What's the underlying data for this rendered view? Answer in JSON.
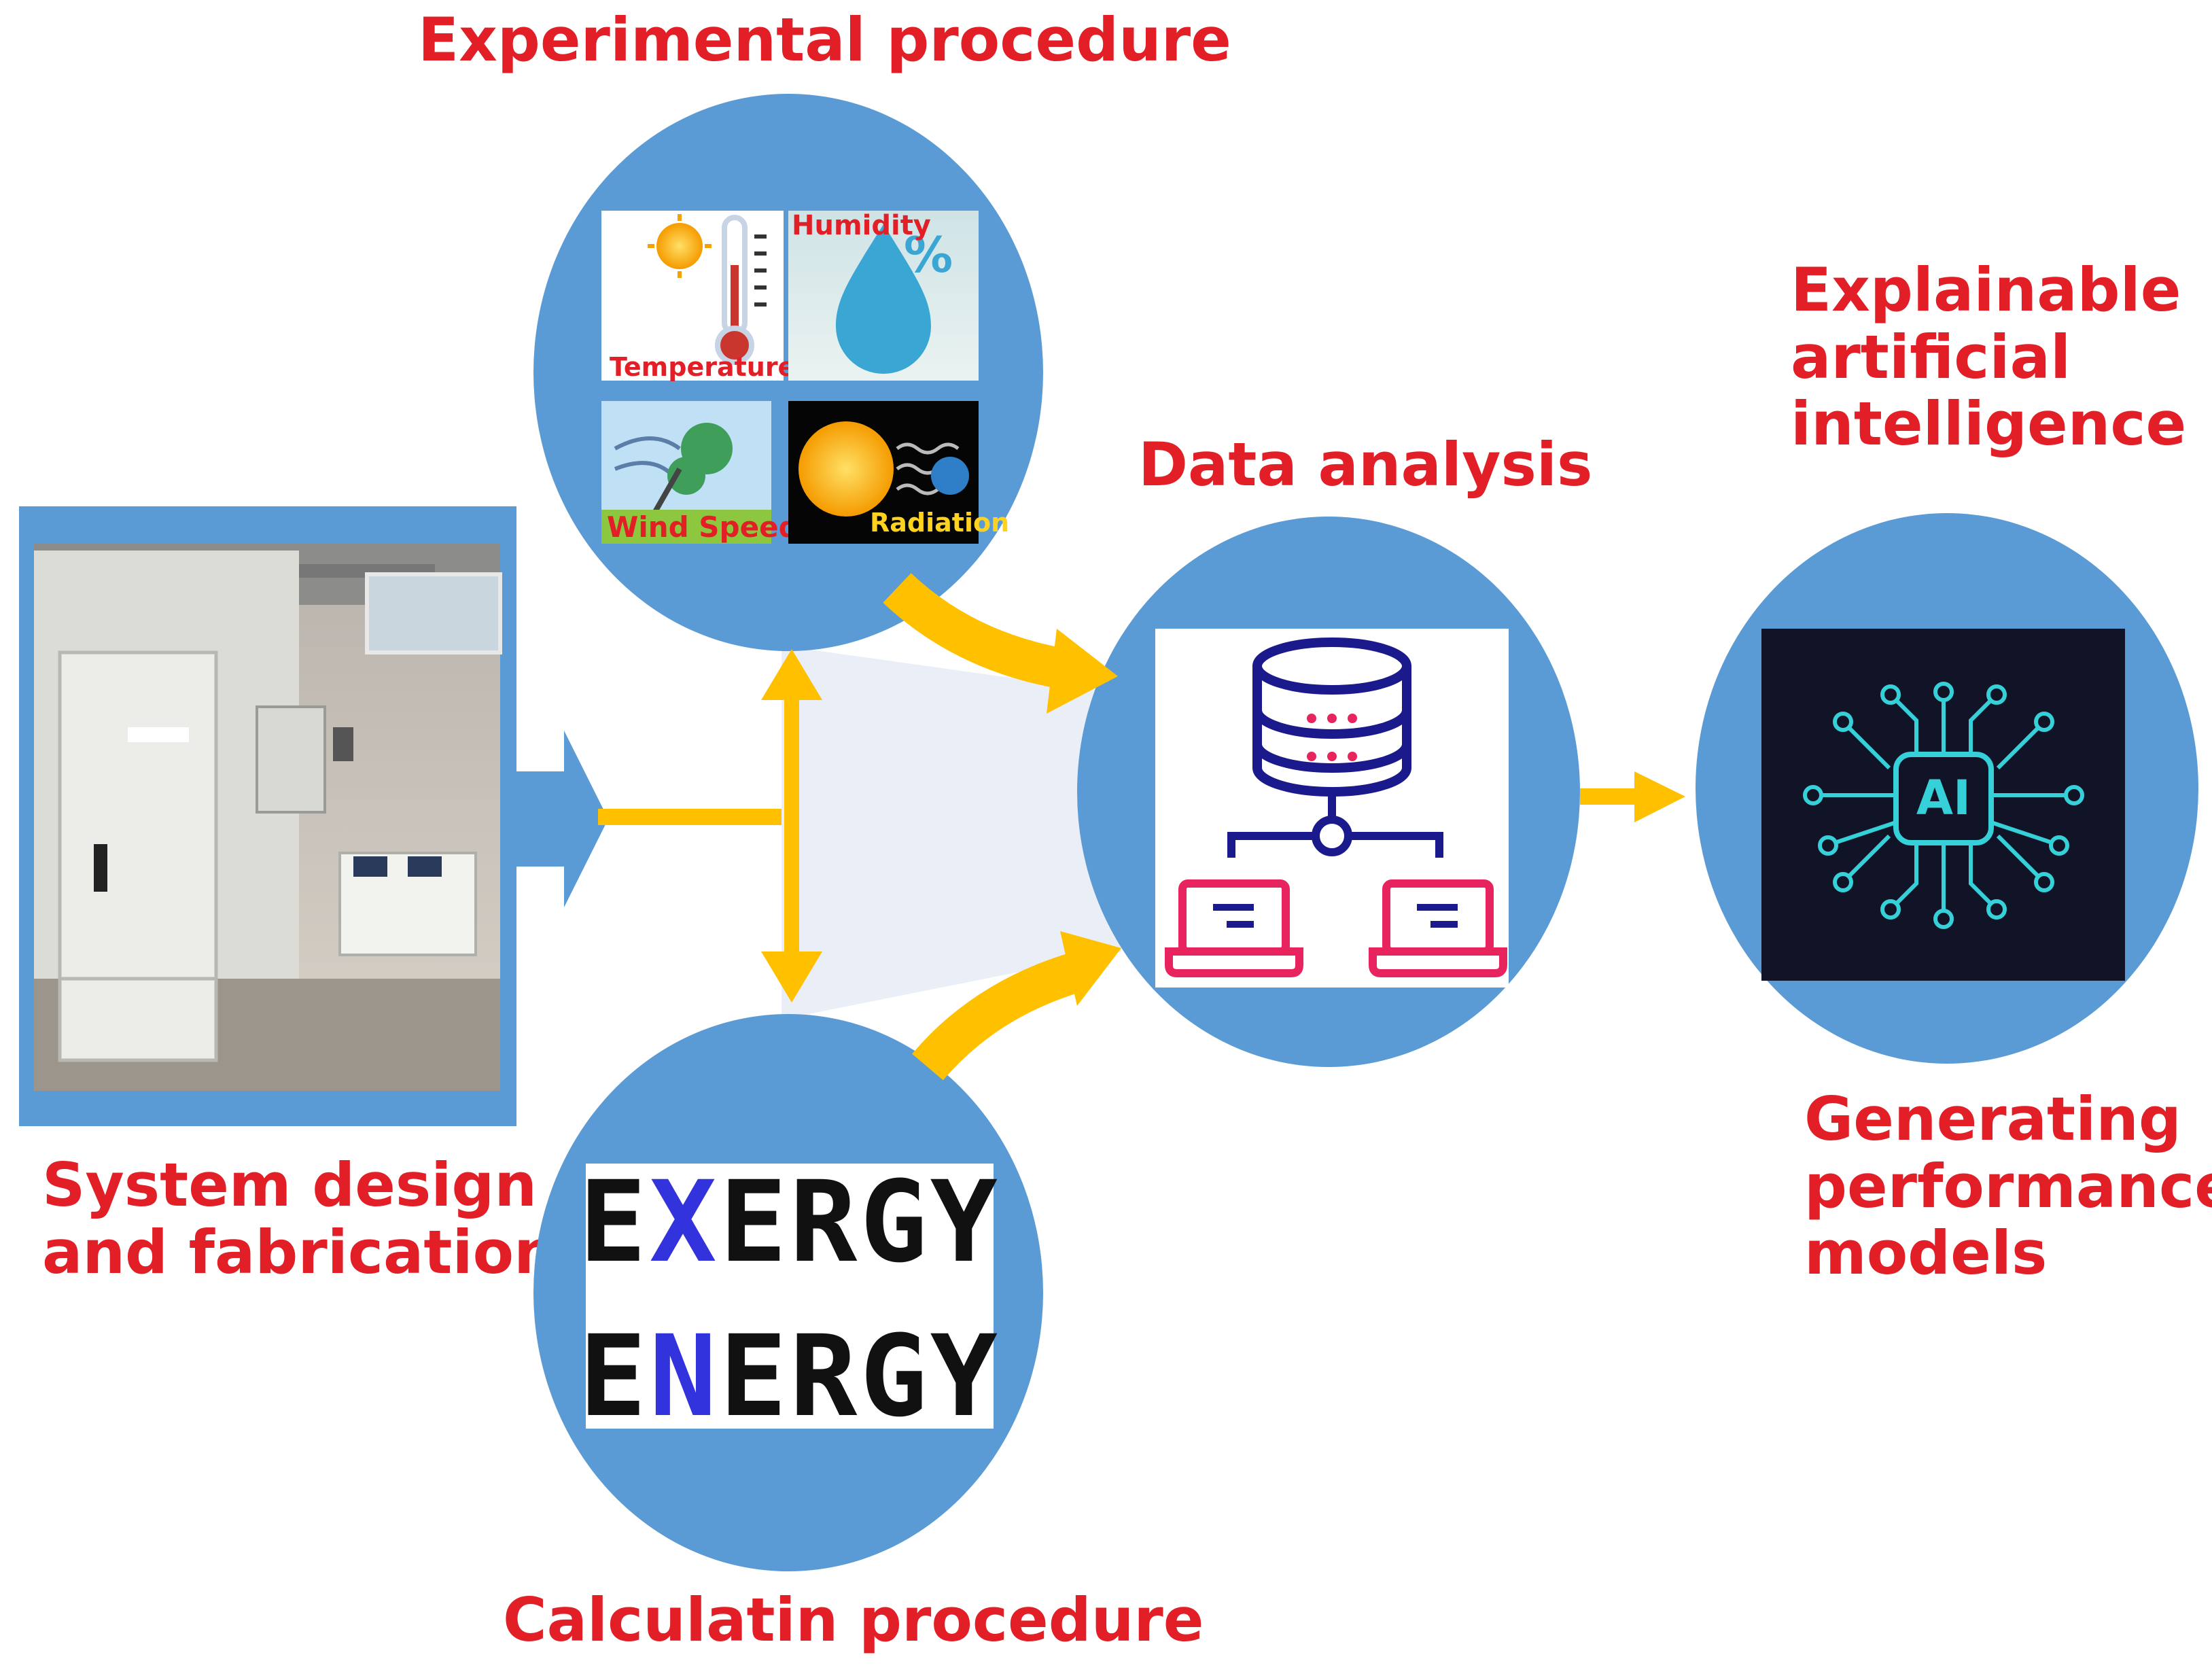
{
  "labels": {
    "experimental": "Experimental procedure",
    "data_analysis": "Data analysis",
    "xai": [
      "Explainable",
      "artificial",
      "intelligence"
    ],
    "system": [
      "System design",
      "and fabrication"
    ],
    "calculation": "Calculatin procedure",
    "generating": [
      "Generating",
      "performance",
      "models"
    ]
  },
  "weather_tiles": {
    "humidity": "Humidity",
    "humidity_unit": "%",
    "temperature": "Temperature",
    "wind_speed": "Wind Speed",
    "radiation": "Radiation"
  },
  "calc_words": {
    "exergy_first": "E",
    "exergy_accent": "X",
    "exergy_rest": "ERGY",
    "energy_first": "E",
    "energy_accent": "N",
    "energy_rest": "ERGY"
  },
  "ai_chip_text": "AI",
  "colors": {
    "circle_fill": "#5b9bd5",
    "arrow_yellow": "#ffc000",
    "label_red": "#e21e26",
    "accent_blue": "#3333dd",
    "database_navy": "#1a1a8c",
    "laptop_pink": "#e8245e",
    "ai_cyan": "#35d0d8",
    "ai_background": "#111427",
    "center_region": "#e9eef7"
  }
}
